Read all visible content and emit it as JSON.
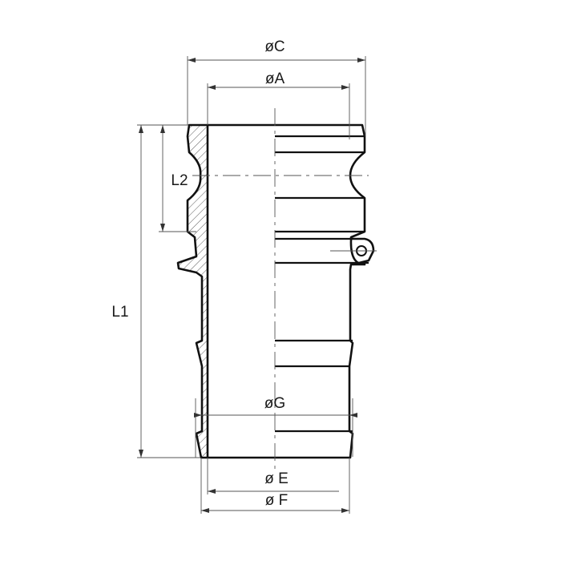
{
  "drawing": {
    "labels": {
      "dia_c": "øC",
      "dia_a": "øA",
      "l2": "L2",
      "l1": "L1",
      "dia_g": "øG",
      "dia_e": "ø E",
      "dia_f": "ø F"
    }
  }
}
